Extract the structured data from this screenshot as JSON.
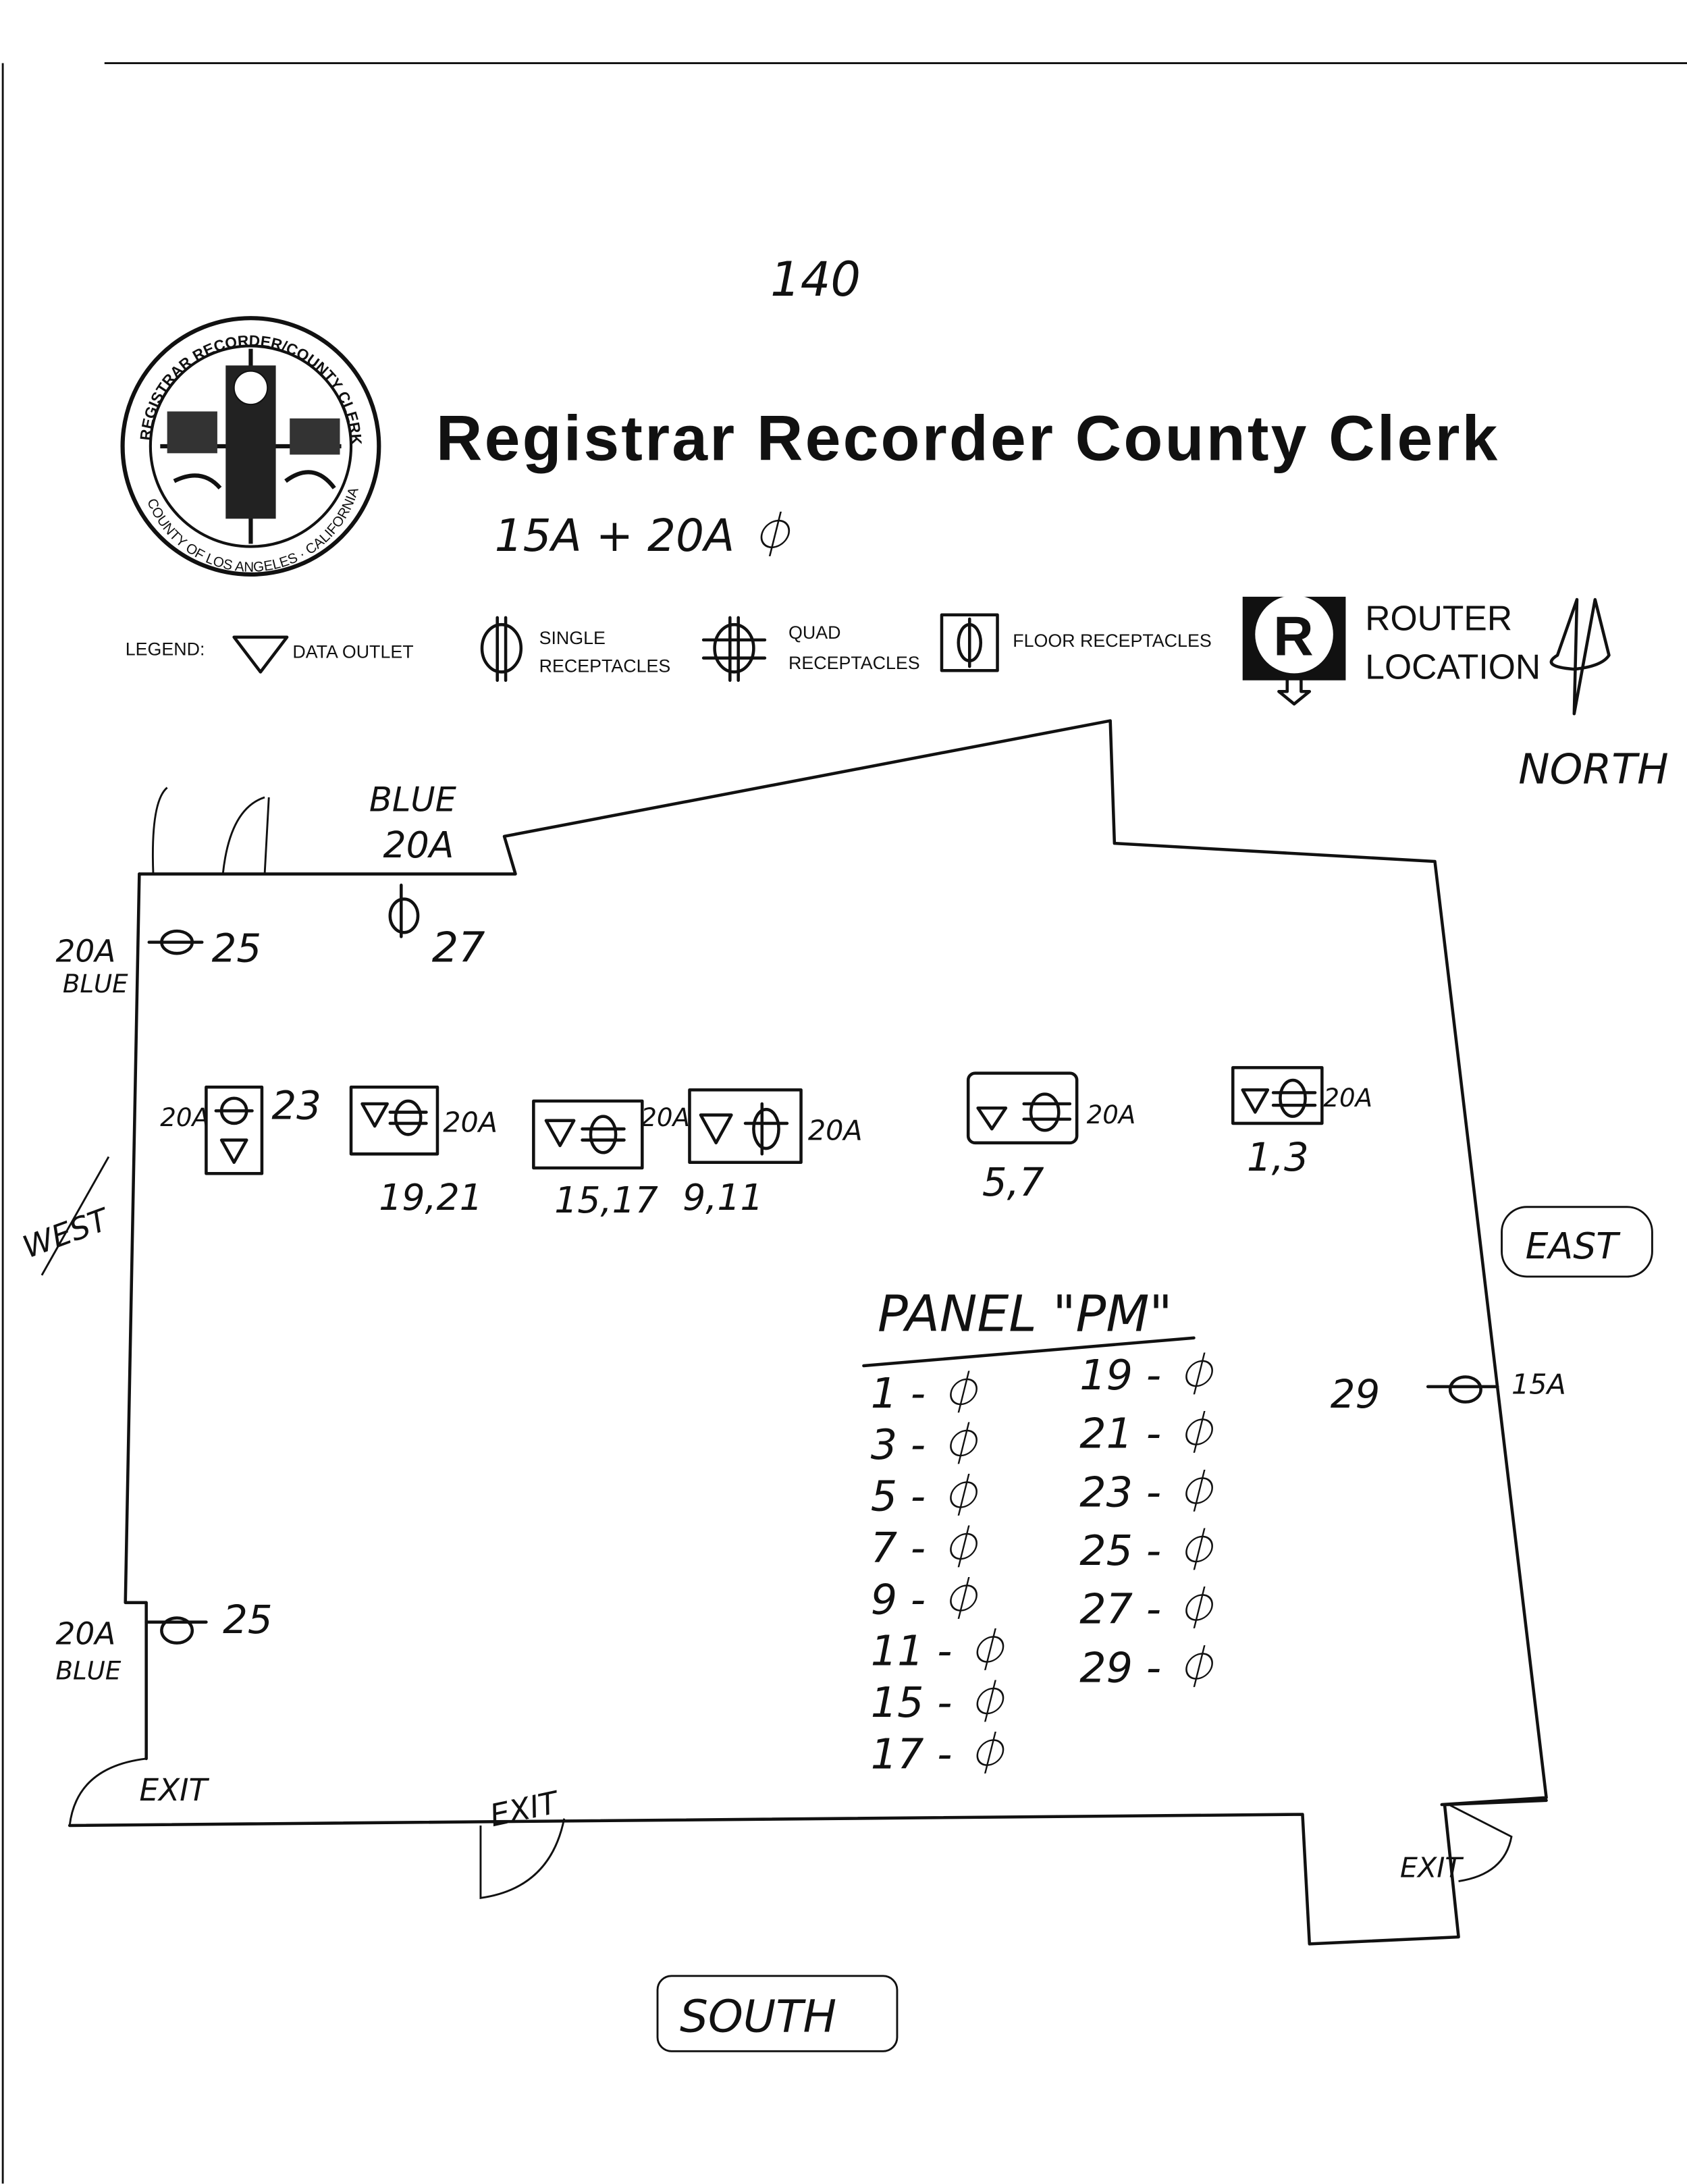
{
  "page_number": "140",
  "header": {
    "title": "Registrar Recorder County Clerk",
    "note": "15A + 20A ⏀",
    "logo": {
      "ring_top": "REGISTRAR RECORDER/COUNTY CLERK",
      "ring_bottom": "COUNTY OF LOS ANGELES · CALIFORNIA"
    }
  },
  "legend": {
    "label": "LEGEND:",
    "items": [
      {
        "icon": "data-outlet-triangle",
        "label": "DATA OUTLET"
      },
      {
        "icon": "single-receptacle",
        "label_1": "SINGLE",
        "label_2": "RECEPTACLES"
      },
      {
        "icon": "quad-receptacle",
        "label_1": "QUAD",
        "label_2": "RECEPTACLES"
      },
      {
        "icon": "floor-receptacle",
        "label": "FLOOR RECEPTACLES"
      },
      {
        "icon": "router-r",
        "label_1": "ROUTER",
        "label_2": "LOCATION"
      }
    ]
  },
  "compass": {
    "north": "NORTH",
    "south": "SOUTH",
    "east": "EAST",
    "west": "WEST"
  },
  "floor_plan": {
    "north_wall_label_1": "BLUE",
    "north_wall_label_2": "20A",
    "north_wall_circuit": "27",
    "nw_amp": "20A",
    "nw_color": "BLUE",
    "nw_circuit": "25",
    "sw_amp": "20A",
    "sw_color": "BLUE",
    "sw_circuit": "25",
    "east_circuit": "29",
    "east_amp": "15A",
    "floor_boxes": [
      {
        "amp": "20A",
        "circuit": "23"
      },
      {
        "amp": "20A",
        "circuit": "19,21"
      },
      {
        "amp": "20A",
        "circuit": "15,17"
      },
      {
        "amp": "20A",
        "circuit": "9,11"
      },
      {
        "amp": "20A",
        "circuit": "5,7"
      },
      {
        "amp": "20A",
        "circuit": "1,3"
      }
    ],
    "exits": [
      "EXIT",
      "EXIT",
      "EXIT"
    ]
  },
  "panel": {
    "title": "PANEL \"PM\"",
    "left": [
      "1 - ⏀",
      "3 - ⏀",
      "5 - ⏀",
      "7 - ⏀",
      "9 - ⏀",
      "11 - ⏀",
      "15 - ⏀",
      "17 - ⏀"
    ],
    "right": [
      "19 - ⏀",
      "21 - ⏀",
      "23 - ⏀",
      "25 - ⏀",
      "27 - ⏀",
      "29 - ⏀"
    ]
  }
}
